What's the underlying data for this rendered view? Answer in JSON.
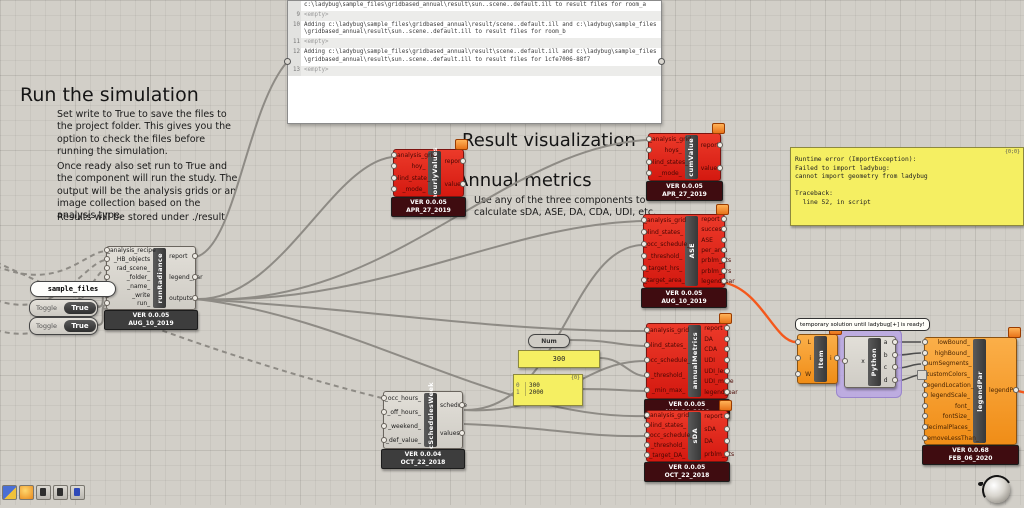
{
  "notes": {
    "run_title": "Run the simulation",
    "run_p1": "Set write to True to save the files to the project folder. This gives you the option to check the files before running the simulation.",
    "run_p2": "Once ready also set run to True and the component will run the study. The output will be the analysis grids or an image collection based on the analysis type.",
    "run_p3": "Results will be stored under ./result",
    "result_title": "Result visualization",
    "annual_title": "Annual metrics",
    "annual_sub": "Use any of the three components to calculate sDA, ASE, DA, CDA, UDI, etc."
  },
  "console_panel": {
    "rows": [
      {
        "n": "",
        "t": "c:\\ladybug\\sample_files\\gridbased_annual\\result\\sun..scene..default.ill to result files for room_a",
        "empty": false
      },
      {
        "n": "9",
        "t": "<empty>",
        "empty": true
      },
      {
        "n": "10",
        "t": "Adding c:\\ladybug\\sample_files\\gridbased_annual\\result/scene..default.ill and c:\\ladybug\\sample_files\\gridbased_annual\\result\\sun..scene..default.ill to result files for room_b",
        "empty": false
      },
      {
        "n": "11",
        "t": "<empty>",
        "empty": true
      },
      {
        "n": "12",
        "t": "Adding c:\\ladybug\\sample_files\\gridbased_annual\\result\\scene..default.ill and c:\\ladybug\\sample_files\\gridbased_annual\\result\\sun..scene..default.ill to result files for 1cfe7006-88f7",
        "empty": false
      },
      {
        "n": "13",
        "t": "<empty>",
        "empty": true
      }
    ]
  },
  "error_panel": {
    "path": "{0;0}",
    "lines": [
      "Runtime error (ImportException):",
      "Failed to import ladybug:",
      "cannot import geometry from ladybug",
      "",
      "Traceback:",
      "  line 52, in script"
    ]
  },
  "tooltip": "temporary solution until ladybug[+] is ready!",
  "params": {
    "sample_files": "sample_files",
    "toggle_label": "Toggle",
    "toggle_value": "True",
    "num_label": "Num",
    "threshold_value": "300",
    "minmax_header": "{0}",
    "minmax_rows": [
      {
        "i": "0",
        "v": "300"
      },
      {
        "i": "1",
        "v": "2000"
      }
    ]
  },
  "components": {
    "runRadiance": {
      "label": "runRadiance",
      "ver": "VER 0.0.05",
      "date": "AUG_10_2019",
      "inputs": [
        "_analysis_recipe",
        "_HB_objects",
        "rad_scene_",
        "_folder_",
        "_name_",
        "_write",
        "run_"
      ],
      "outputs": [
        "report",
        "legend_par",
        "outputs"
      ]
    },
    "hourlyValues": {
      "label": "hourlyValues",
      "ver": "VER 0.0.05",
      "date": "APR_27_2019",
      "inputs": [
        "_analysis_grid",
        "hoy_",
        "blind_state_",
        "_mode_"
      ],
      "outputs": [
        "report",
        "values"
      ]
    },
    "cumValue": {
      "label": "cumValue",
      "ver": "VER 0.0.05",
      "date": "APR_27_2019",
      "inputs": [
        "_analysis_grid",
        "hoys_",
        "blind_states_",
        "_mode_"
      ],
      "outputs": [
        "report",
        "values"
      ]
    },
    "ASE": {
      "label": "ASE",
      "ver": "VER 0.0.05",
      "date": "AUG_10_2019",
      "inputs": [
        "_analysis_grid",
        "blind_states_",
        "_occ_schedule_",
        "_threshold_",
        "_target_hrs_",
        "_target_area_"
      ],
      "outputs": [
        "report",
        "success",
        "ASE",
        "per_area",
        "prblm_pts",
        "prblm_hrs",
        "legend_par"
      ]
    },
    "annualMetrics": {
      "label": "annualMetrics",
      "ver": "VER 0.0.05",
      "date": "AUG_10_2019",
      "inputs": [
        "_analysis_grid",
        "blind_states_",
        "occ_schedule_",
        "_threshold_",
        "_min_max_"
      ],
      "outputs": [
        "report",
        "DA",
        "CDA",
        "UDI",
        "UDI_less",
        "UDI_more",
        "legend_par"
      ]
    },
    "sDA": {
      "label": "sDA",
      "ver": "VER 0.0.05",
      "date": "OCT_22_2018",
      "inputs": [
        "_analysis_grid",
        "blind_states_",
        "_occ_schedule_",
        "_threshold_",
        "_target_DA_"
      ],
      "outputs": [
        "report",
        "sDA",
        "DA",
        "prblm_pts"
      ]
    },
    "occSchedulesWeek": {
      "label": "occSchedulesWeek",
      "ver": "VER 0.0.04",
      "date": "OCT_22_2018",
      "inputs": [
        "_occ_hours_",
        "_off_hours_",
        "_weekend_",
        "_def_value_"
      ],
      "outputs": [
        "schedule",
        "values"
      ]
    },
    "Item": {
      "label": "Item",
      "ver": "",
      "date": "",
      "inputs": [
        "L",
        "i",
        "W"
      ],
      "outputs": [
        "i"
      ]
    },
    "Python": {
      "label": "Python",
      "ver": "",
      "date": "",
      "inputs": [
        "x"
      ],
      "outputs": [
        "a",
        "b",
        "c",
        "d"
      ]
    },
    "legendPar": {
      "label": "legendPar",
      "ver": "VER 0.0.68",
      "date": "FEB_06_2020",
      "inputs": [
        "lowBound_",
        "highBound_",
        "numSegments_",
        "customColors_",
        "legendLocation_",
        "legendScale_",
        "font_",
        "fontSize_",
        "decimalPlaces_",
        "removeLessThan_"
      ],
      "outputs": [
        "legendPar"
      ]
    }
  },
  "colors": {
    "component_red": "#d41910",
    "component_orange": "#f08d17",
    "panel_yellow": "#f5ef62",
    "wire_orange": "#f4581c",
    "group_purple": "#baa6e4"
  }
}
